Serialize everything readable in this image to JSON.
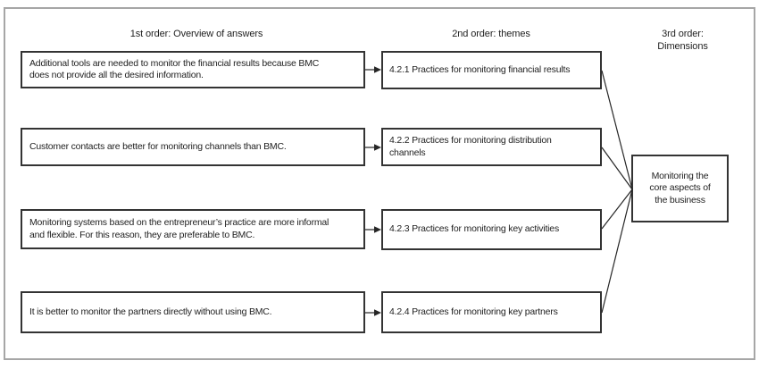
{
  "headers": {
    "first": "1st order: Overview of answers",
    "second": "2nd order: themes",
    "third": "3rd order:\nDimensions"
  },
  "rows": [
    {
      "answer": "Additional tools are needed to monitor the financial results because BMC\ndoes not provide all the desired information.",
      "theme": "4.2.1 Practices for monitoring financial results"
    },
    {
      "answer": "Customer contacts are better for monitoring channels than BMC.",
      "theme": "4.2.2 Practices for monitoring distribution\nchannels"
    },
    {
      "answer": "Monitoring systems based on the entrepreneur’s practice are more informal\nand flexible. For this reason, they are preferable to BMC.",
      "theme": "4.2.3 Practices for monitoring key activities"
    },
    {
      "answer": "It is better to monitor the partners directly without using BMC.",
      "theme": "4.2.4 Practices for monitoring key partners"
    }
  ],
  "dimension": "Monitoring the\ncore aspects of\nthe business",
  "colors": {
    "background": "#ffffff",
    "outer_border": "#a6a6a6",
    "box_border": "#333333",
    "text": "#1f1f1f",
    "connector": "#262626"
  }
}
